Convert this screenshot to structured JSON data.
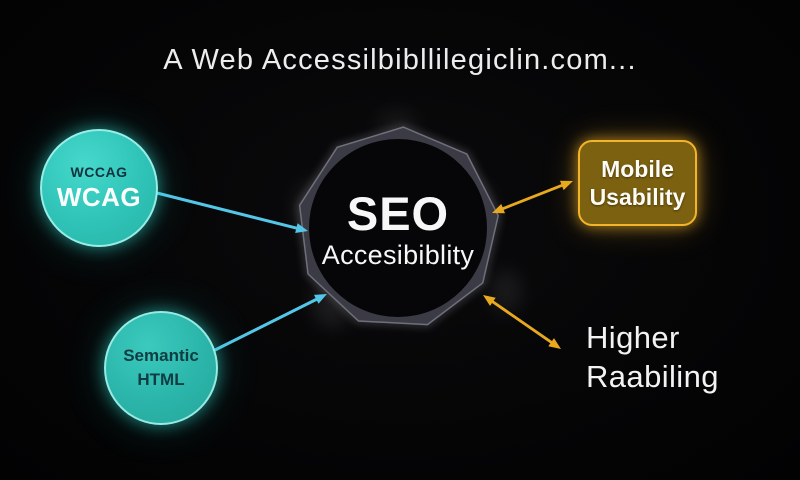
{
  "title": "A Web Accessilbibllilegiclin.com...",
  "center": {
    "heading": "SEO",
    "subheading": "Accesibiblity"
  },
  "nodes": {
    "wcag": {
      "small_label": "WCCAG",
      "label": "WCAG"
    },
    "semantic": {
      "line1": "Semantic",
      "line2": "HTML"
    },
    "mobile_usability": {
      "line1": "Mobile",
      "line2": "Usability"
    },
    "higher_ranking": {
      "line1": "Higher",
      "line2": "Raabiling"
    }
  },
  "colors": {
    "background": "#050506",
    "teal_node": "#2fc3b7",
    "teal_node_dark": "#2bb5aa",
    "teal_glow": "#35e0d4",
    "arrow_blue": "#54c6e8",
    "arrow_gold": "#e9a91e",
    "gold_box_fill": "#7c6110",
    "gold_box_border": "#f2b42a",
    "polygon_gray": "#3b3b45",
    "polygon_edge": "#70707c",
    "center_circle": "#060608",
    "text_white": "#f2f2f2",
    "dark_text_on_teal": "#113c42"
  }
}
